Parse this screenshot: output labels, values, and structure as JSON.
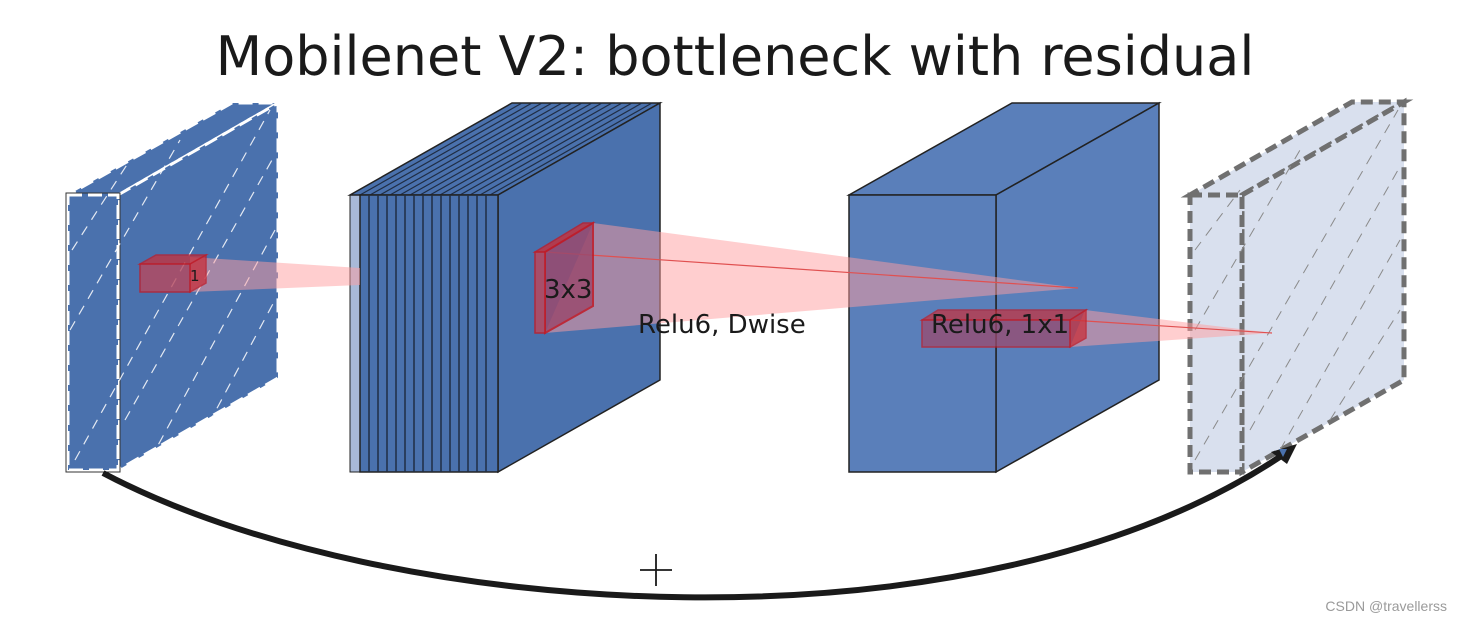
{
  "title": "Mobilenet V2: bottleneck with residual",
  "labels": {
    "input_kernel": "1",
    "dwise_kernel": "3x3",
    "dwise_op": "Relu6, Dwise",
    "project_op": "Relu6, 1x1",
    "residual_add": "+"
  },
  "watermark": "CSDN @travellerss",
  "colors": {
    "block_front": "#4a71ad",
    "block_side": "#4b70ae",
    "block_top": "#5a7fba",
    "output_fill": "#d9e0ee",
    "kernel_red": "#d0312d",
    "beam_pink": "#ff9ea0",
    "arrow": "#1a1a1a"
  }
}
